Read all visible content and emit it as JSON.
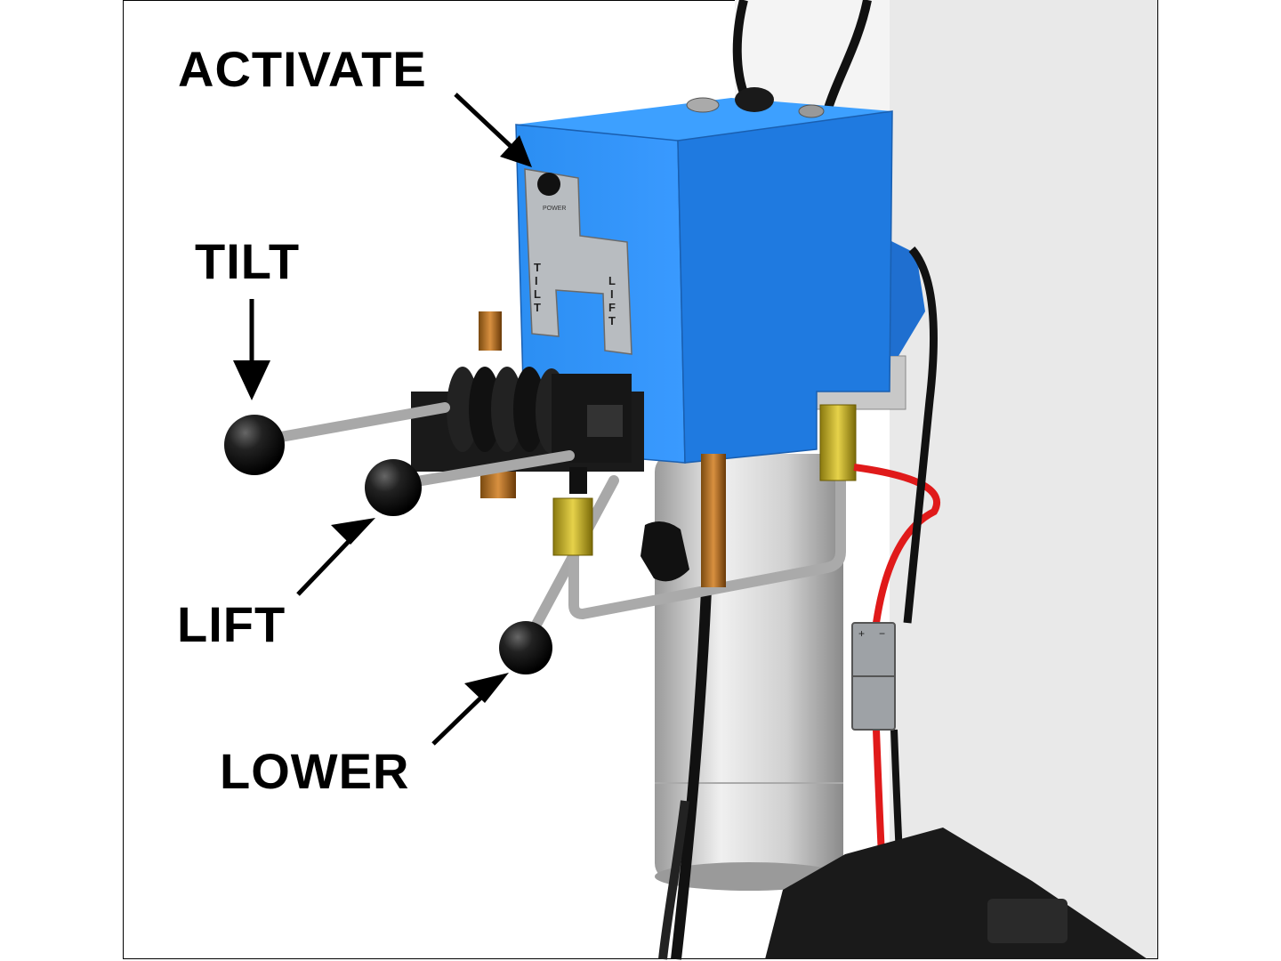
{
  "callouts": {
    "activate": "ACTIVATE",
    "tilt": "TILT",
    "lift": "LIFT",
    "lower": "LOWER"
  },
  "panel": {
    "power": "POWER",
    "tilt_letters": [
      "T",
      "I",
      "L",
      "T"
    ],
    "lift_letters": [
      "L",
      "I",
      "F",
      "T"
    ]
  },
  "connector": {
    "plus": "+",
    "minus": "−"
  },
  "colors": {
    "housing": "#2d8cf0",
    "housing_dark": "#1e66c0",
    "reservoir": "#d8d8d8",
    "wire_red": "#e01a1a",
    "wire_black": "#1a1a1a",
    "fitting_brass": "#c9a227",
    "knob_black": "#111111"
  }
}
